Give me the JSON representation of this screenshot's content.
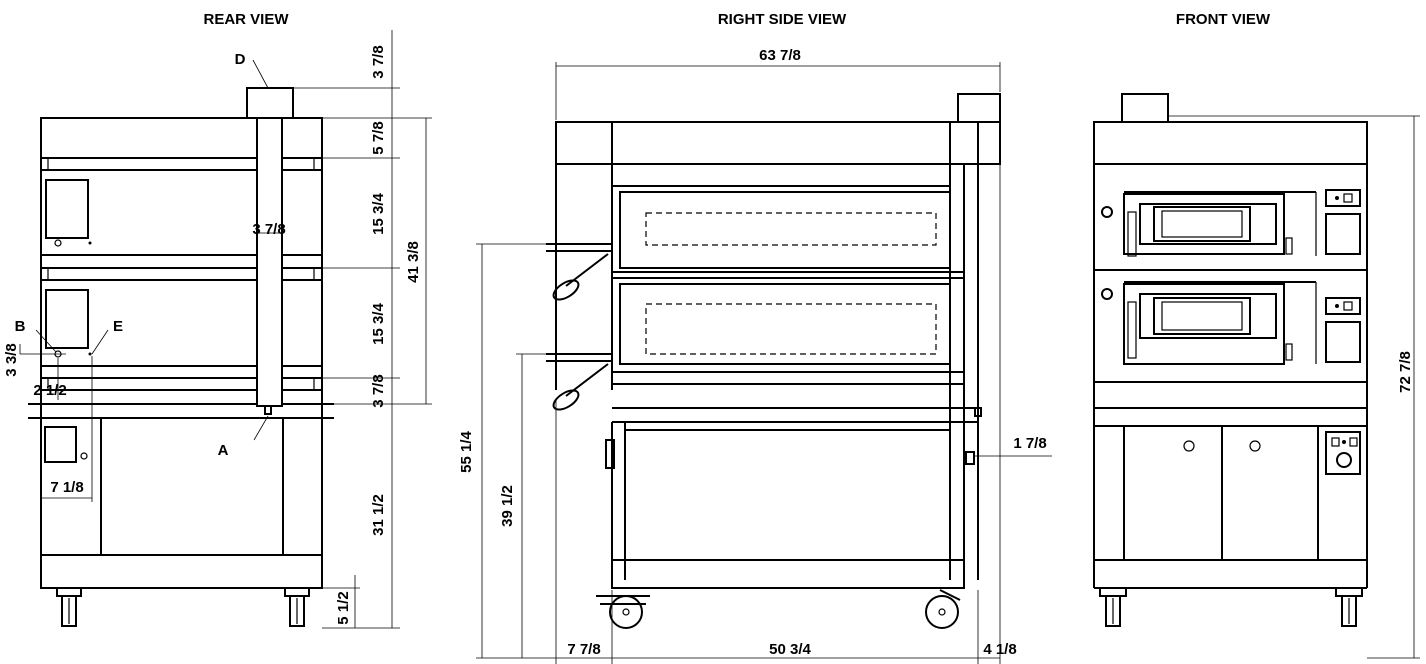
{
  "views": {
    "rear": "REAR VIEW",
    "side": "RIGHT SIDE VIEW",
    "front": "FRONT VIEW"
  },
  "labels": {
    "a": "A",
    "b": "B",
    "d": "D",
    "e": "E"
  },
  "rear_dims": {
    "chimney": "3 7/8",
    "top_band": "5 7/8",
    "deck_upper": "15 3/4",
    "deck_lower": "15 3/4",
    "bottom_band": "3 7/8",
    "deck_total": "41 3/8",
    "stand": "31 1/2",
    "caster": "5 1/2",
    "flue_width": "3 7/8",
    "conn_height": "3 3/8",
    "conn_offset": "2 1/2",
    "e_offset": "7 1/8"
  },
  "side_dims": {
    "depth": "63 7/8",
    "peel_upper": "55 1/4",
    "peel_lower": "39 1/2",
    "peel_reach": "7 7/8",
    "body_depth": "50 3/4",
    "rear_offset": "4 1/8",
    "pipe": "1 7/8"
  },
  "front_dims": {
    "height": "72 7/8"
  },
  "colors": {
    "line": "#000000",
    "background": "#ffffff"
  }
}
